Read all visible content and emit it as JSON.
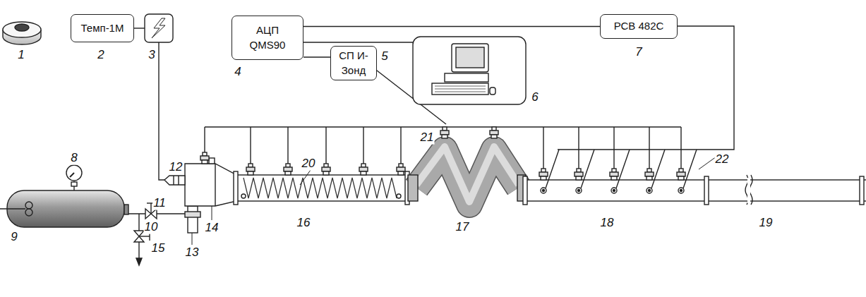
{
  "diagram": {
    "nodes": [
      {
        "text": [
          "Темп-1М"
        ]
      },
      {
        "text": [
          "АЦП QMS90"
        ]
      },
      {
        "text": [
          "СП И-Зонд"
        ]
      },
      {
        "text": [
          "РСВ 482С"
        ]
      }
    ],
    "edges": [
      {
        "from": 1,
        "to": 3,
        "arrow": "none"
      },
      {
        "from": 1,
        "to": 2,
        "arrow": "none"
      }
    ],
    "labels": [
      "1",
      "2",
      "3",
      "4",
      "5",
      "6",
      "7",
      "8",
      "9",
      "10",
      "11",
      "12",
      "13",
      "14",
      "15",
      "16",
      "17",
      "18",
      "19",
      "20",
      "21",
      "22"
    ]
  }
}
